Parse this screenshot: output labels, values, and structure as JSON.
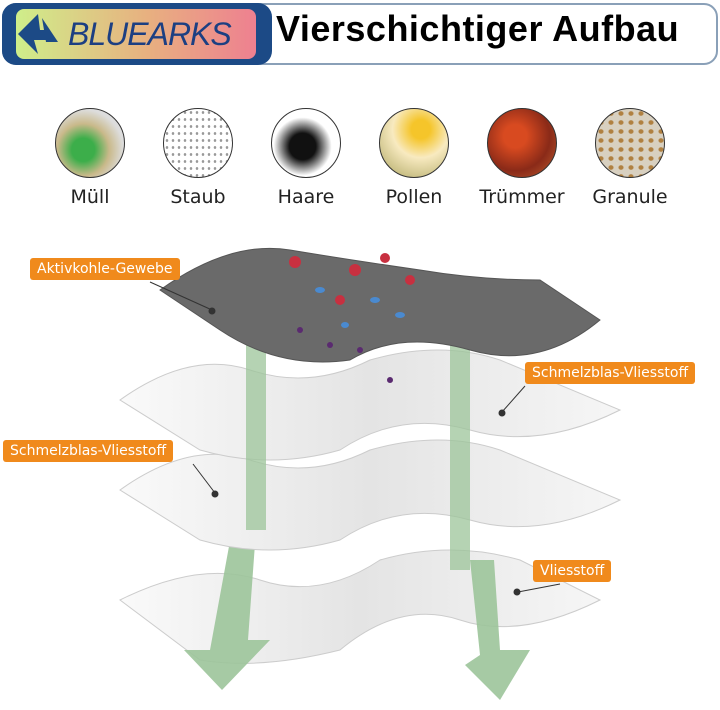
{
  "header": {
    "brand": "BLUEARKS",
    "title": "Vierschichtiger Aufbau"
  },
  "filters": [
    {
      "label": "Müll",
      "icon": "trash-image"
    },
    {
      "label": "Staub",
      "icon": "dust-image"
    },
    {
      "label": "Haare",
      "icon": "hair-image"
    },
    {
      "label": "Pollen",
      "icon": "pollen-flowers-image"
    },
    {
      "label": "Trümmer",
      "icon": "leaves-debris-image"
    },
    {
      "label": "Granule",
      "icon": "granules-image"
    }
  ],
  "layers": {
    "layer1": "Aktivkohle-Gewebe",
    "layer2": "Schmelzblas-Vliesstoff",
    "layer3": "Schmelzblas-Vliesstoff",
    "layer4": "Vliesstoff"
  },
  "colors": {
    "brand": "#1c4a86",
    "tag": "#f08a1c",
    "arrow": "#9cc49a",
    "carbon": "#6a6a6a"
  }
}
